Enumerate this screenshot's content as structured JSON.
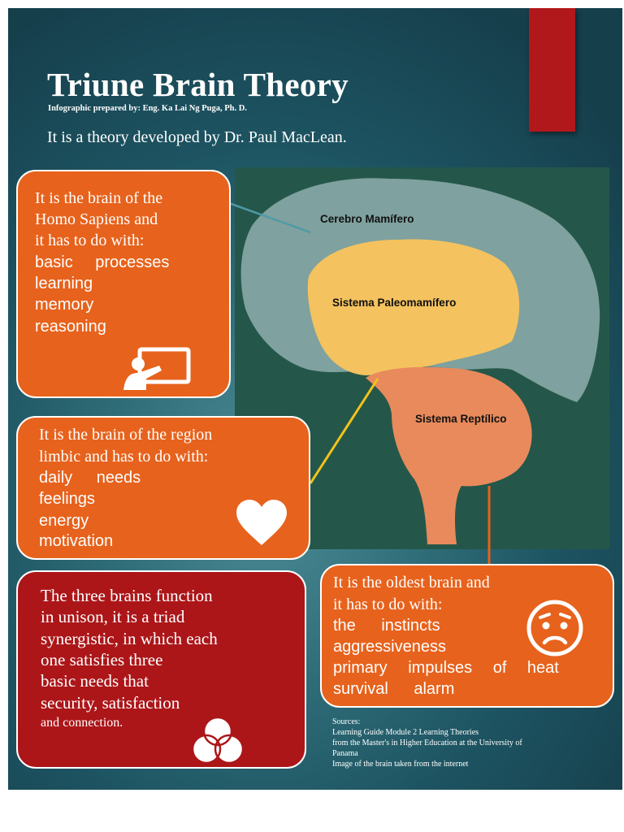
{
  "header": {
    "title": "Triune Brain Theory",
    "byline": "Infographic prepared by: Eng. Ka Lai Ng Puga, Ph. D.",
    "intro": "It is a theory developed by Dr. Paul MacLean."
  },
  "brain": {
    "labels": {
      "cerebro": "Cerebro Mamífero",
      "paleo": "Sistema Paleomamífero",
      "reptilico": "Sistema Reptílico"
    },
    "colors": {
      "background": "#24574a",
      "cerebro": "#7fa19f",
      "paleo": "#f4c25f",
      "reptilico": "#e88a5c"
    }
  },
  "boxes": {
    "neocortex": {
      "intro": [
        "It is the brain of the",
        "Homo Sapiens and",
        "it has to do with:"
      ],
      "items": [
        "basic processes",
        "learning",
        "memory",
        "reasoning"
      ],
      "icon": "teacher-board-icon"
    },
    "limbic": {
      "intro": [
        "It is the brain of the region",
        "limbic and has to do with:"
      ],
      "items": [
        "daily needs",
        "feelings",
        "energy",
        "motivation"
      ],
      "icon": "heart-icon"
    },
    "triad": {
      "lines": [
        "The three brains function",
        "in unison, it is a triad",
        "synergistic, in which each",
        "one satisfies three",
        "basic needs that",
        "security, satisfaction"
      ],
      "last_line": "and connection.",
      "icon": "venn-circles-icon"
    },
    "reptilian": {
      "intro": [
        "It is the oldest brain and",
        "it has to do with:"
      ],
      "items": [
        "the instincts",
        "aggressiveness",
        "primary impulses of heat",
        "survival alarm"
      ],
      "icon": "worried-face-icon"
    }
  },
  "sources": {
    "heading": "Sources:",
    "lines": [
      "Learning Guide Module 2 Learning Theories",
      "from the Master's in Higher Education at the University of",
      "Panama",
      "Image of the brain taken from the internet"
    ]
  },
  "colors": {
    "orange_box": "#e7621c",
    "red_box": "#ac1619",
    "accent_red": "#b1181c"
  }
}
